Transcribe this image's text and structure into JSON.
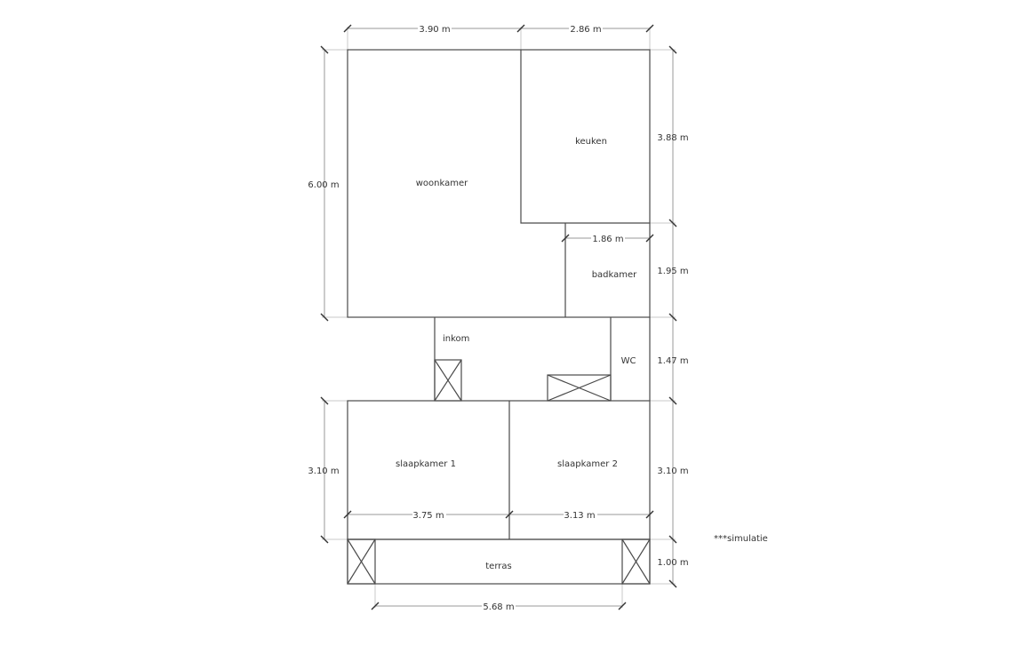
{
  "floorplan": {
    "rooms": {
      "woonkamer": "woonkamer",
      "keuken": "keuken",
      "badkamer": "badkamer",
      "inkom": "inkom",
      "wc": "WC",
      "slaapkamer1": "slaapkamer 1",
      "slaapkamer2": "slaapkamer 2",
      "terras": "terras"
    },
    "dimensions": {
      "top_left": "3.90 m",
      "top_right": "2.86 m",
      "left_woonkamer": "6.00 m",
      "right_keuken": "3.88 m",
      "badkamer_width": "1.86 m",
      "right_badkamer": "1.95 m",
      "right_wc": "1.47 m",
      "left_slaapkamer": "3.10 m",
      "right_slaapkamer": "3.10 m",
      "slaapkamer1_width": "3.75 m",
      "slaapkamer2_width": "3.13 m",
      "right_terras": "1.00 m",
      "terras_width": "5.68 m"
    },
    "note": "***simulatie"
  }
}
